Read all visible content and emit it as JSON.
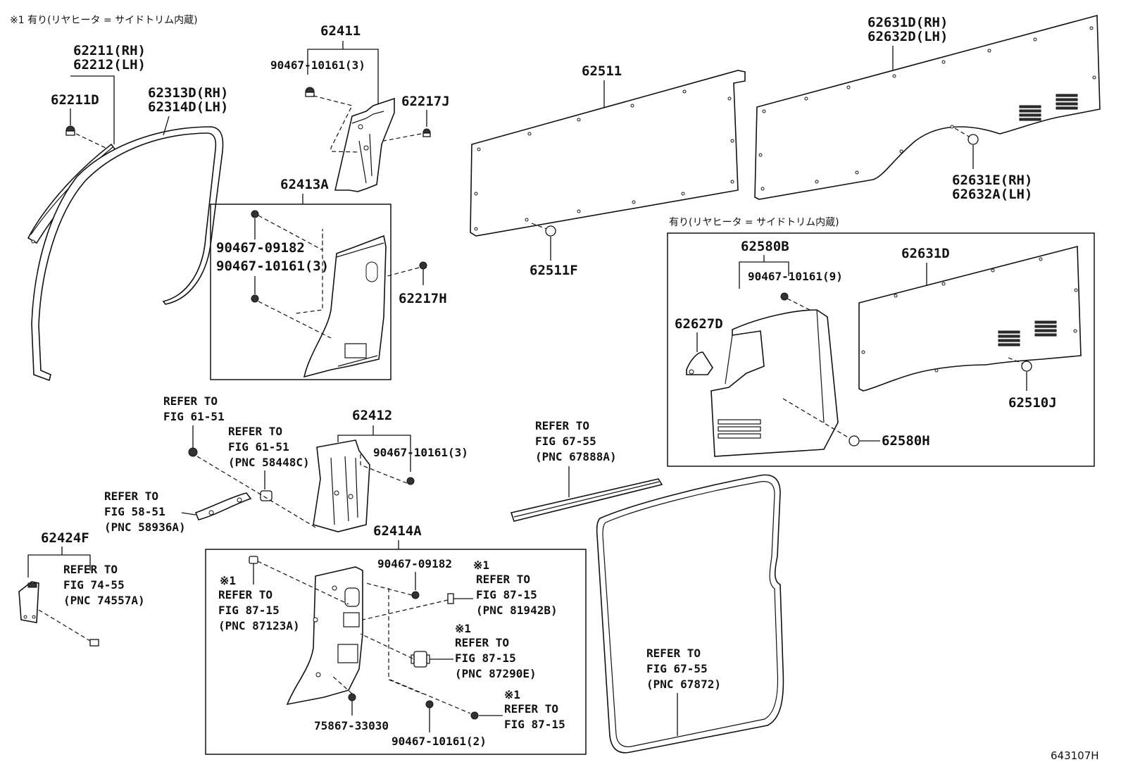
{
  "note_top": "※1 有り(リヤヒータ = サイドトリム内蔵)",
  "note_box": "有り(リヤヒータ = サイドトリム内蔵)",
  "mark": "※1",
  "diagram_id": "643107H",
  "labels": {
    "p62211": "62211(RH)",
    "p62212": "62212(LH)",
    "p62211D": "62211D",
    "p62313D": "62313D(RH)",
    "p62314D": "62314D(LH)",
    "p62411": "62411",
    "p90467_10161_3a": "90467-10161(3)",
    "p62217J": "62217J",
    "p62413A": "62413A",
    "p90467_09182a": "90467-09182",
    "p90467_10161_3b": "90467-10161(3)",
    "p62217H": "62217H",
    "p62511": "62511",
    "p62511F": "62511F",
    "p62631D_RH": "62631D(RH)",
    "p62632D_LH": "62632D(LH)",
    "p62631E": "62631E(RH)",
    "p62632A": "62632A(LH)",
    "p62580B": "62580B",
    "p90467_10161_9": "90467-10161(9)",
    "p62631D": "62631D",
    "p62627D": "62627D",
    "p62510J": "62510J",
    "p62580H": "62580H",
    "p62412": "62412",
    "p90467_10161_3c": "90467-10161(3)",
    "p62414A": "62414A",
    "p62424F": "62424F",
    "p90467_09182b": "90467-09182",
    "p75867": "75867-33030",
    "p90467_10161_2": "90467-10161(2)"
  },
  "refs": {
    "r1": [
      "REFER TO",
      "FIG 61-51"
    ],
    "r2": [
      "REFER TO",
      "FIG 61-51",
      "(PNC 58448C)"
    ],
    "r3": [
      "REFER TO",
      "FIG 58-51",
      "(PNC 58936A)"
    ],
    "r4": [
      "REFER TO",
      "FIG 67-55",
      "(PNC 67888A)"
    ],
    "r5": [
      "REFER TO",
      "FIG 74-55",
      "(PNC 74557A)"
    ],
    "r6": [
      "REFER TO",
      "FIG 87-15",
      "(PNC 87123A)"
    ],
    "r7": [
      "REFER TO",
      "FIG 87-15",
      "(PNC 81942B)"
    ],
    "r8": [
      "REFER TO",
      "FIG 87-15",
      "(PNC 87290E)"
    ],
    "r9": [
      "REFER TO",
      "FIG 87-15"
    ],
    "r10": [
      "REFER TO",
      "FIG 67-55",
      "(PNC 67872)"
    ]
  }
}
